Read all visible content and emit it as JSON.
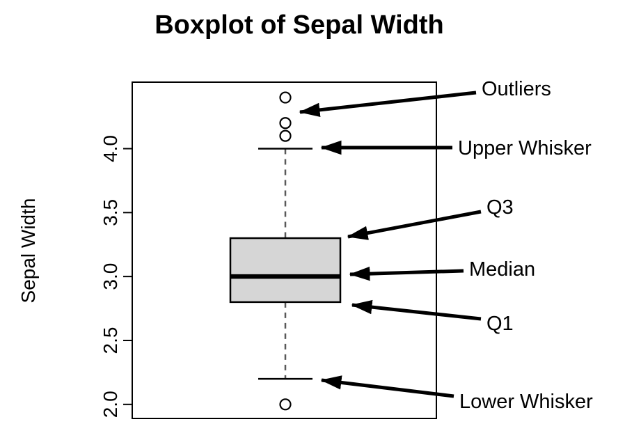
{
  "chart_data": {
    "type": "boxplot",
    "title": "Boxplot of Sepal Width",
    "ylabel": "Sepal Width",
    "xlabel": "",
    "orientation": "vertical",
    "grid": false,
    "ylim": [
      1.89,
      4.52
    ],
    "yticks": [
      2.0,
      2.5,
      3.0,
      3.5,
      4.0
    ],
    "ytick_labels": [
      "2.0",
      "2.5",
      "3.0",
      "3.5",
      "4.0"
    ],
    "series": [
      {
        "name": "Sepal Width",
        "lower_whisker": 2.2,
        "q1": 2.8,
        "median": 3.0,
        "q3": 3.3,
        "upper_whisker": 4.0,
        "outliers": [
          2.0,
          4.1,
          4.2,
          4.4
        ]
      }
    ],
    "colors": {
      "background": "#ffffff",
      "box_fill": "#d6d6d6",
      "box_stroke": "#000000",
      "median_stroke": "#000000",
      "whisker_dash": "#595959",
      "outlier_stroke": "#000000",
      "arrow": "#000000",
      "text": "#000000"
    },
    "annotations": [
      {
        "label": "Outliers",
        "target": "outliers"
      },
      {
        "label": "Upper Whisker",
        "target": "upper_whisker"
      },
      {
        "label": "Q3",
        "target": "q3"
      },
      {
        "label": "Median",
        "target": "median"
      },
      {
        "label": "Q1",
        "target": "q1"
      },
      {
        "label": "Lower Whisker",
        "target": "lower_whisker"
      }
    ]
  }
}
